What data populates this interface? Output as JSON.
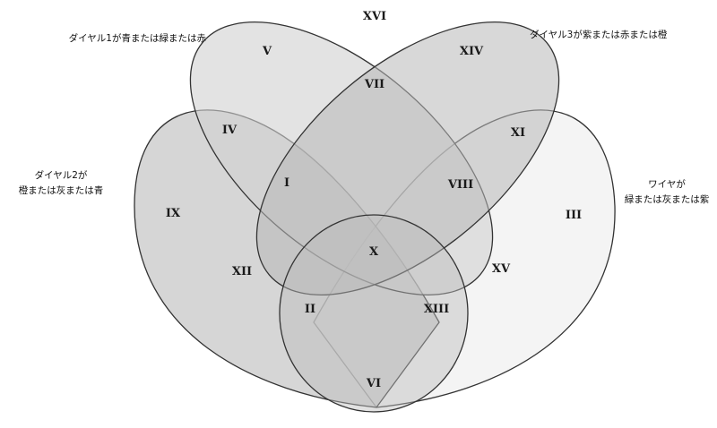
{
  "sets": {
    "dial1": {
      "lines": [
        "ダイヤル1が青または緑または赤"
      ]
    },
    "dial2": {
      "lines": [
        "ダイヤル2が",
        "橙または灰または青"
      ]
    },
    "dial3": {
      "lines": [
        "ダイヤル3が紫または赤または橙"
      ]
    },
    "wire": {
      "lines": [
        "ワイヤが",
        "緑または灰または紫"
      ]
    }
  },
  "regions": {
    "r1": "I",
    "r2": "II",
    "r3": "III",
    "r4": "IV",
    "r5": "V",
    "r6": "VI",
    "r7": "VII",
    "r8": "VIII",
    "r9": "IX",
    "r10": "X",
    "r11": "XI",
    "r12": "XII",
    "r13": "XIII",
    "r14": "XIV",
    "r15": "XV",
    "r16": "XVI"
  },
  "colors": {
    "fill_light": "#e6e6e6",
    "fill_mid": "#bdbdbd",
    "fill_dark": "#9c9c9c",
    "stroke": "#333333"
  }
}
